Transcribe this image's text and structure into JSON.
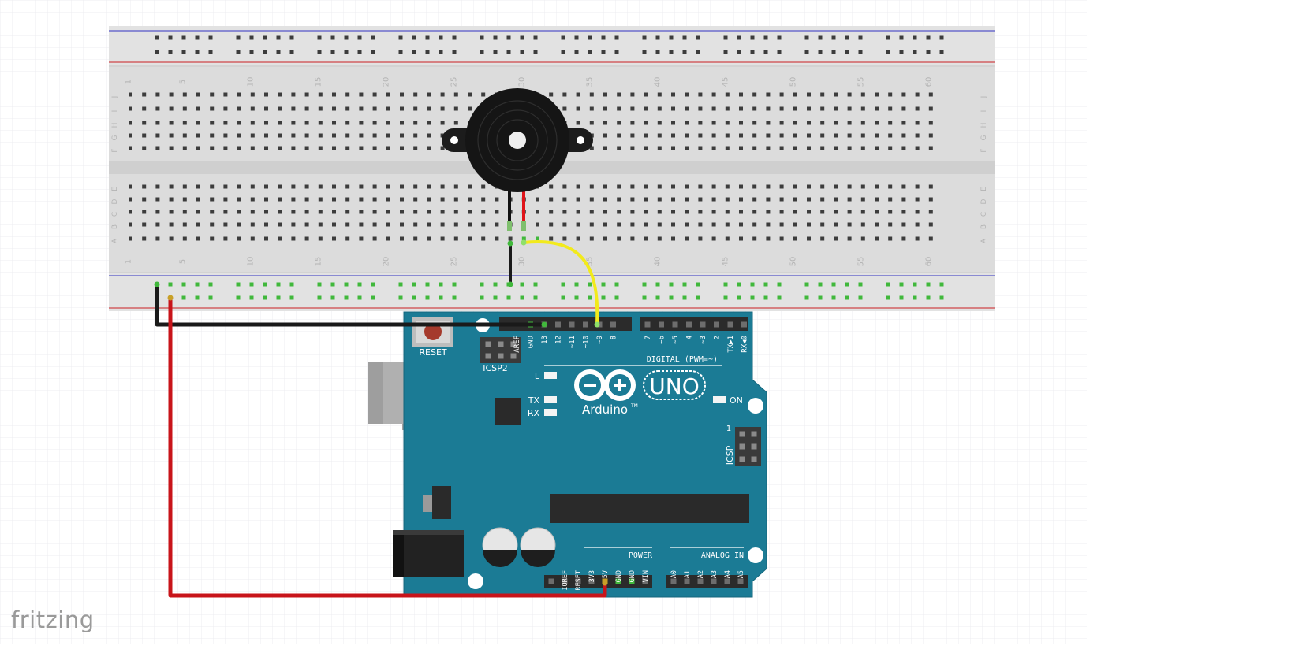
{
  "app": {
    "brand": "fritzing"
  },
  "breadboard": {
    "column_labels": [
      "1",
      "5",
      "10",
      "15",
      "20",
      "25",
      "30",
      "35",
      "40",
      "45",
      "50",
      "55",
      "60"
    ],
    "row_labels_top": [
      "J",
      "I",
      "H",
      "G",
      "F"
    ],
    "row_labels_bottom": [
      "E",
      "D",
      "C",
      "B",
      "A"
    ]
  },
  "arduino": {
    "model": "UNO",
    "brand": "Arduino",
    "trademark": "TM",
    "reset_label": "RESET",
    "icsp2_label": "ICSP2",
    "icsp_label": "ICSP",
    "icsp_pin1": "1",
    "digital_label": "DIGITAL (PWM=~)",
    "power_label": "POWER",
    "analog_label": "ANALOG IN",
    "led_l": "L",
    "led_tx": "TX",
    "led_rx": "RX",
    "led_on": "ON",
    "digital_pins_left": [
      "AREF",
      "GND",
      "13",
      "12",
      "~11",
      "~10",
      "~9",
      "8"
    ],
    "digital_pins_right": [
      "7",
      "~6",
      "~5",
      "4",
      "~3",
      "2",
      "TX▶1",
      "RX◀0"
    ],
    "power_pins": [
      "IOREF",
      "RESET",
      "3V3",
      "5V",
      "GND",
      "GND",
      "VIN"
    ],
    "analog_pins": [
      "A0",
      "A1",
      "A2",
      "A3",
      "A4",
      "A5"
    ]
  },
  "colors": {
    "board": "#1b7b95",
    "wire_black": "#1a1a1a",
    "wire_red": "#c8141a",
    "wire_yellow": "#f2ea1c",
    "breadboard": "#dcdcdc",
    "rail_red": "#d0464a",
    "rail_blue": "#5656c8",
    "hole_active": "#41b83c"
  }
}
